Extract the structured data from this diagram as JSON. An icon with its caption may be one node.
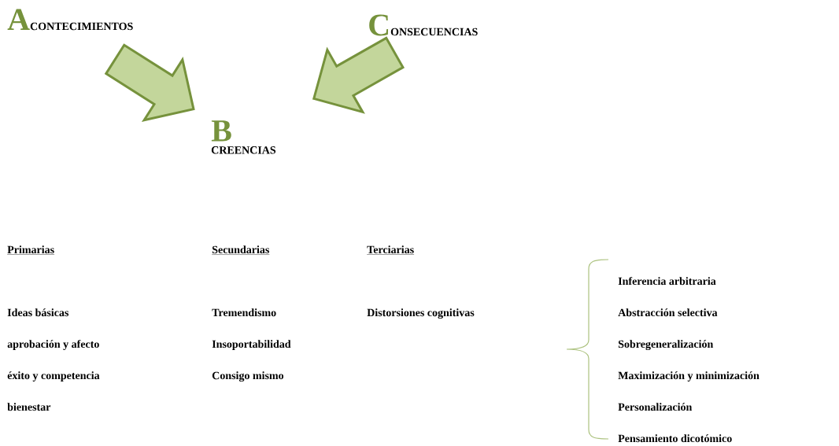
{
  "diagram": {
    "nodes": [
      {
        "text": [
          "A",
          "CONTECIMIENTOS"
        ]
      },
      {
        "text": [
          "C",
          "ONSECUENCIAS"
        ]
      },
      {
        "text": [
          "B",
          "CREENCIAS"
        ]
      }
    ],
    "edges": [
      {
        "from": 0,
        "to": 2,
        "arrow": "to"
      },
      {
        "from": 1,
        "to": 2,
        "arrow": "to"
      }
    ],
    "labels": [
      "Primarias",
      "Secundarias",
      "Terciarias",
      "Inferencia arbitraria",
      "Ideas básicas",
      "Tremendismo",
      "Distorsiones cognitivas",
      "Abstracción selectiva",
      "aprobación y afecto",
      "Insoportabilidad",
      "Sobregeneralización",
      "éxito y competencia",
      "Consigo mismo",
      "Maximización y minimización",
      "bienestar",
      "Personalización",
      "Pensamiento dicotómico"
    ]
  }
}
